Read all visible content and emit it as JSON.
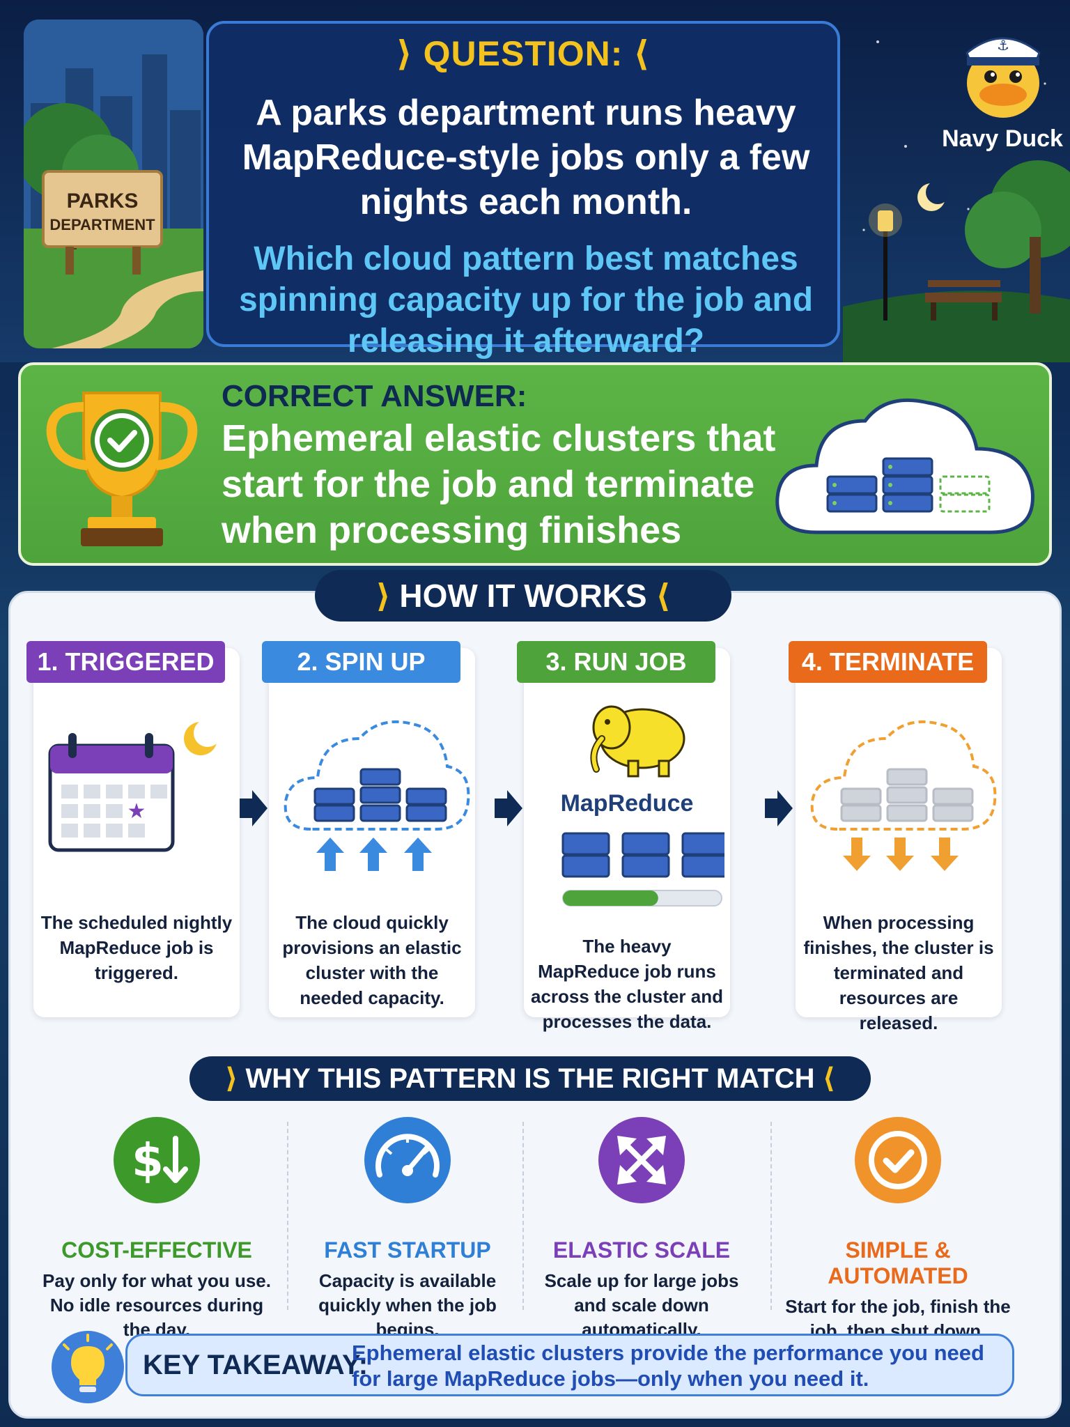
{
  "question": {
    "label": "QUESTION:",
    "text": "A parks department runs heavy MapReduce-style jobs only a few nights each month.",
    "sub": "Which cloud pattern best matches spinning capacity up for the job and releasing it afterward?",
    "sign": [
      "PARKS",
      "DEPARTMENT"
    ]
  },
  "brand": {
    "name": "Navy Duck"
  },
  "answer": {
    "label": "CORRECT ANSWER:",
    "text": "Ephemeral elastic clusters that start for the job and terminate when processing finishes"
  },
  "how": {
    "title": "HOW IT WORKS",
    "steps": [
      {
        "label": "1. TRIGGERED",
        "desc": "The scheduled nightly MapReduce job is triggered.",
        "color": "#7b3fb8"
      },
      {
        "label": "2. SPIN UP",
        "desc": "The cloud quickly provisions an elastic cluster with the needed capacity.",
        "color": "#3a8ae0"
      },
      {
        "label": "3. RUN JOB",
        "desc": "The heavy MapReduce job runs across the cluster and processes the data.",
        "color": "#4ea43b",
        "logo": "MapReduce"
      },
      {
        "label": "4. TERMINATE",
        "desc": "When processing finishes, the cluster is terminated and resources are released.",
        "color": "#ea6a1c"
      }
    ],
    "progress": 0.6
  },
  "why": {
    "title": "WHY THIS PATTERN IS THE RIGHT MATCH",
    "items": [
      {
        "title": "COST-EFFECTIVE",
        "desc": "Pay only for what you use. No idle resources during the day.",
        "color": "#3d9a2a",
        "icon": "dollar-down-icon"
      },
      {
        "title": "FAST STARTUP",
        "desc": "Capacity is available quickly when the job begins.",
        "color": "#2f7fd6",
        "icon": "speedometer-icon"
      },
      {
        "title": "ELASTIC SCALE",
        "desc": "Scale up for large jobs and scale down automatically.",
        "color": "#7b3fb8",
        "icon": "expand-arrows-icon"
      },
      {
        "title": "SIMPLE & AUTOMATED",
        "desc": "Start for the job, finish the job, then shut down.",
        "color": "#ea6a1c",
        "icon": "check-circle-icon"
      }
    ]
  },
  "takeaway": {
    "label": "KEY TAKEAWAY:",
    "text": "Ephemeral elastic clusters provide the performance you need for large MapReduce jobs—only when you need it."
  }
}
